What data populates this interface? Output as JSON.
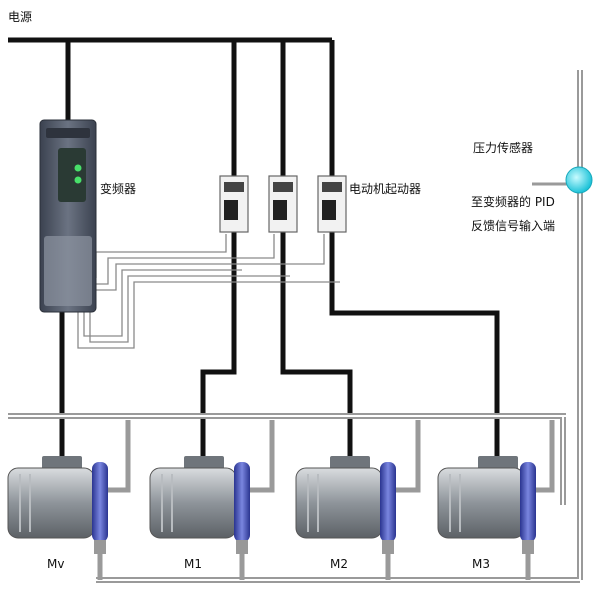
{
  "labels": {
    "power": "电源",
    "vfd": "变频器",
    "starter": "电动机起动器",
    "pressure_sensor": "压力传感器",
    "pid_line1": "至变频器的 PID",
    "pid_line2": "反馈信号输入端"
  },
  "motors": [
    {
      "id": "mv",
      "label": "Mv"
    },
    {
      "id": "m1",
      "label": "M1"
    },
    {
      "id": "m2",
      "label": "M2"
    },
    {
      "id": "m3",
      "label": "M3"
    }
  ],
  "colors": {
    "power_line": "#111111",
    "pipe": "#9a9a9a",
    "vfd_body": "#4a5160",
    "sensor": "#22d3e6",
    "flange": "#3c47b8",
    "motor_body": "#8e949a"
  }
}
